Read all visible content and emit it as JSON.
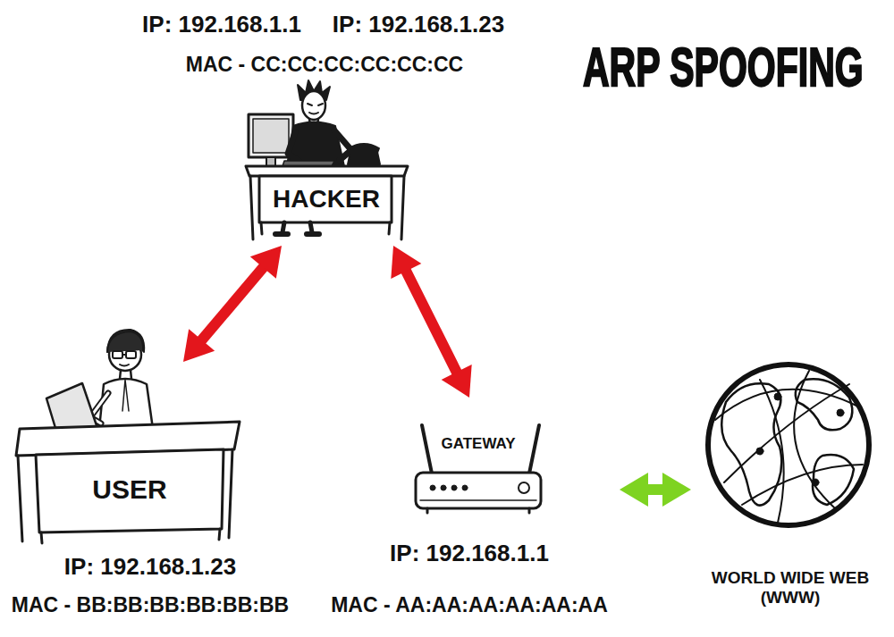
{
  "diagram": {
    "title": "ARP SPOOFING",
    "nodes": [
      {
        "text": [
          "IP: 192.168.1.1",
          "IP: 192.168.1.23",
          "MAC - CC:CC:CC:CC:CC:CC",
          "HACKER"
        ]
      },
      {
        "text": [
          "USER",
          "IP: 192.168.1.23",
          "MAC - BB:BB:BB:BB:BB:BB"
        ]
      },
      {
        "text": [
          "GATEWAY",
          "IP: 192.168.1.1",
          "MAC - AA:AA:AA:AA:AA:AA"
        ]
      },
      {
        "text": [
          "WORLD WIDE WEB (WWW)"
        ]
      }
    ],
    "edges": [
      {
        "from": 0,
        "to": 1,
        "arrow": "both"
      },
      {
        "from": 0,
        "to": 2,
        "arrow": "both"
      },
      {
        "from": 2,
        "to": 3,
        "arrow": "both"
      }
    ]
  }
}
